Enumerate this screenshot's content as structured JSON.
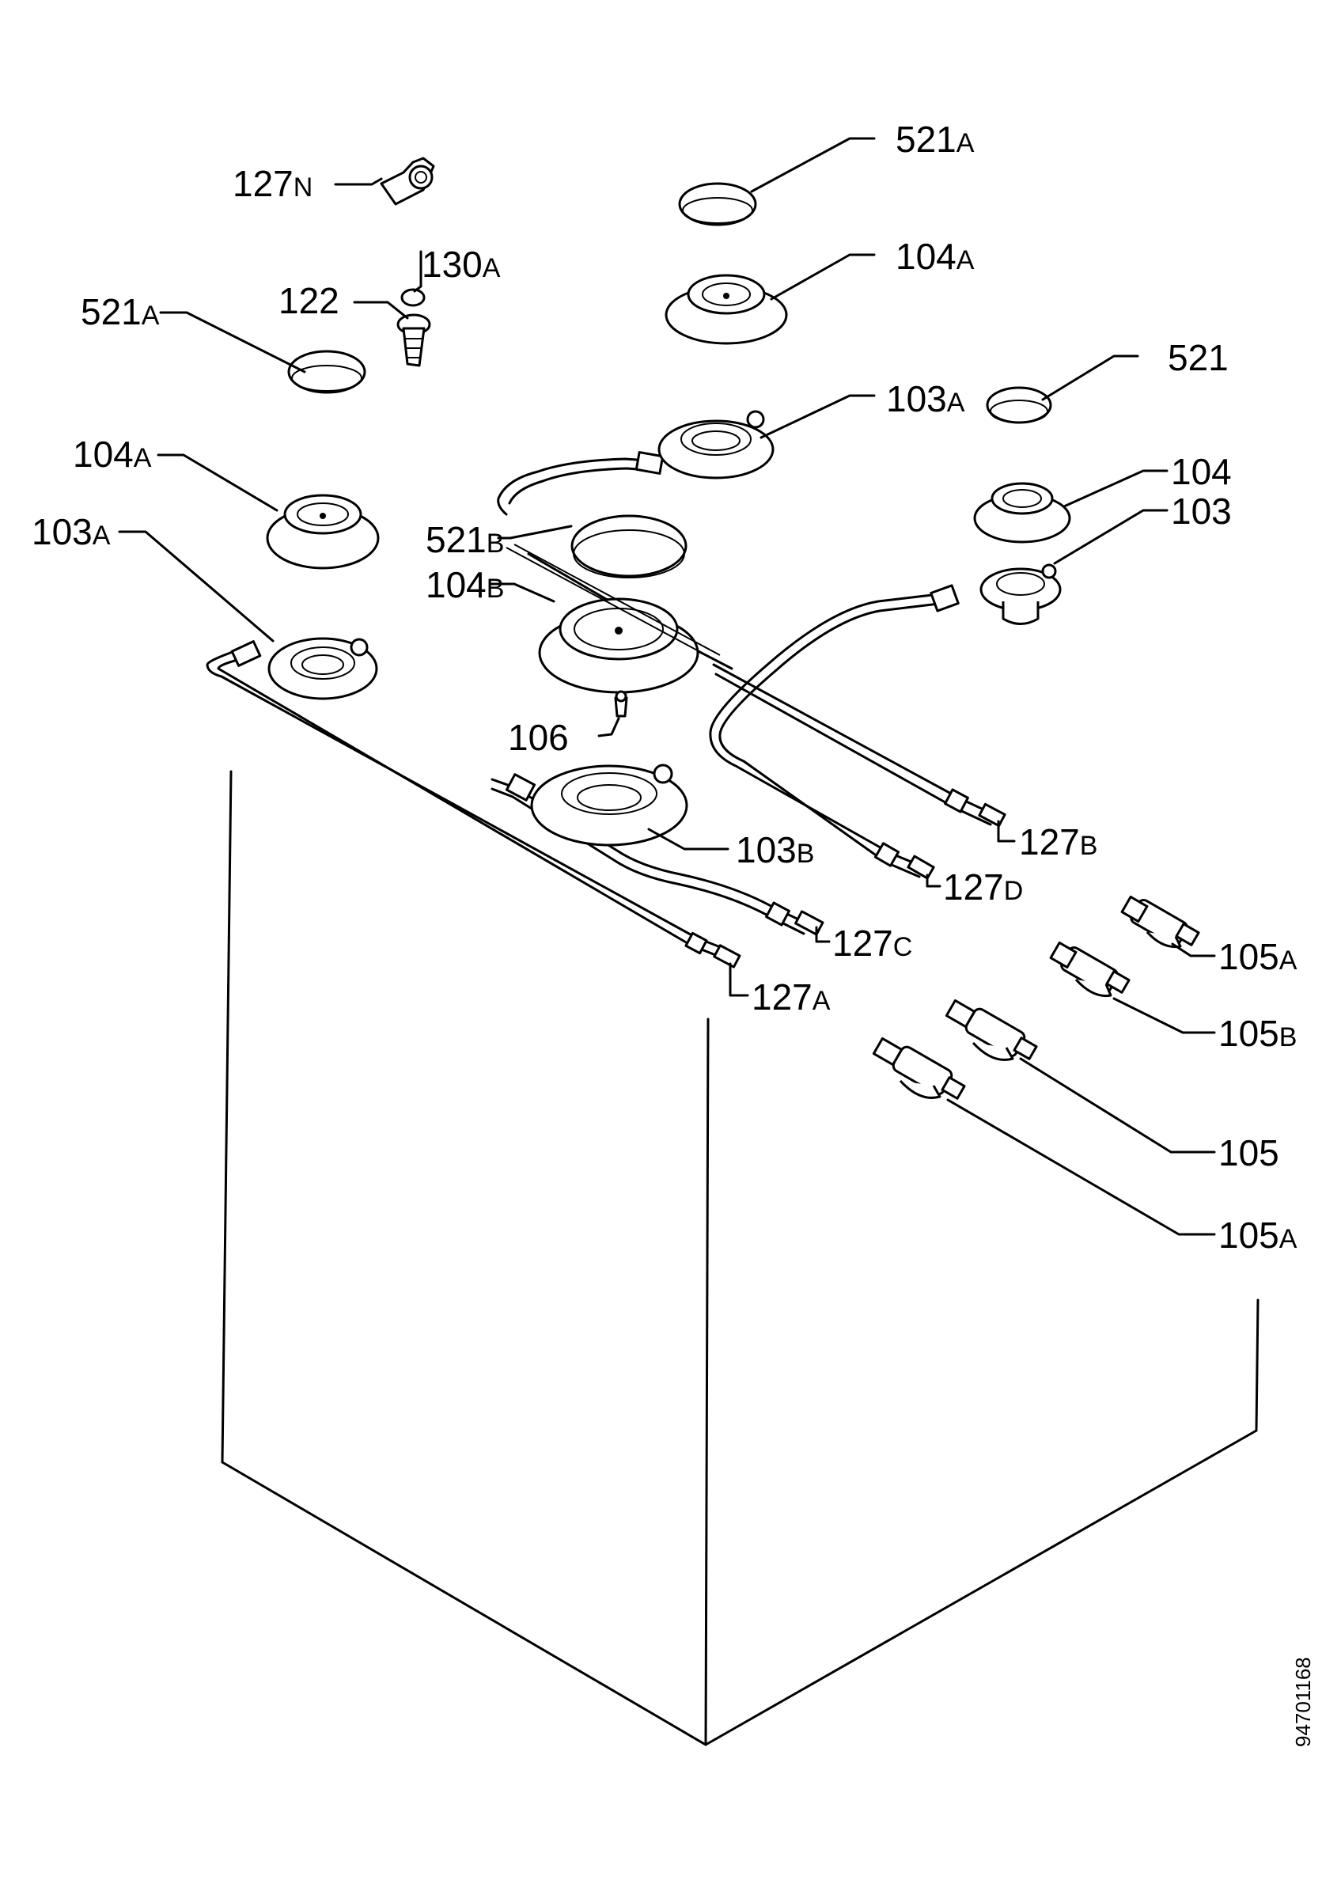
{
  "drawing_code": "94701168",
  "labels": {
    "l_127n": {
      "num": "127",
      "suf": "N"
    },
    "l_521a_top": {
      "num": "521",
      "suf": "A"
    },
    "l_130a": {
      "num": "130",
      "suf": "A"
    },
    "l_122": {
      "num": "122",
      "suf": ""
    },
    "l_104a_top": {
      "num": "104",
      "suf": "A"
    },
    "l_521a_left": {
      "num": "521",
      "suf": "A"
    },
    "l_521": {
      "num": "521",
      "suf": ""
    },
    "l_103a_mid": {
      "num": "103",
      "suf": "A"
    },
    "l_104a_left": {
      "num": "104",
      "suf": "A"
    },
    "l_104": {
      "num": "104",
      "suf": ""
    },
    "l_103": {
      "num": "103",
      "suf": ""
    },
    "l_521b": {
      "num": "521",
      "suf": "B"
    },
    "l_103a_left": {
      "num": "103",
      "suf": "A"
    },
    "l_104b": {
      "num": "104",
      "suf": "B"
    },
    "l_106": {
      "num": "106",
      "suf": ""
    },
    "l_103b": {
      "num": "103",
      "suf": "B"
    },
    "l_127b": {
      "num": "127",
      "suf": "B"
    },
    "l_127d": {
      "num": "127",
      "suf": "D"
    },
    "l_127c": {
      "num": "127",
      "suf": "C"
    },
    "l_127a": {
      "num": "127",
      "suf": "A"
    },
    "l_105a_top": {
      "num": "105",
      "suf": "A"
    },
    "l_105b": {
      "num": "105",
      "suf": "B"
    },
    "l_105": {
      "num": "105",
      "suf": ""
    },
    "l_105a_bottom": {
      "num": "105",
      "suf": "A"
    }
  }
}
